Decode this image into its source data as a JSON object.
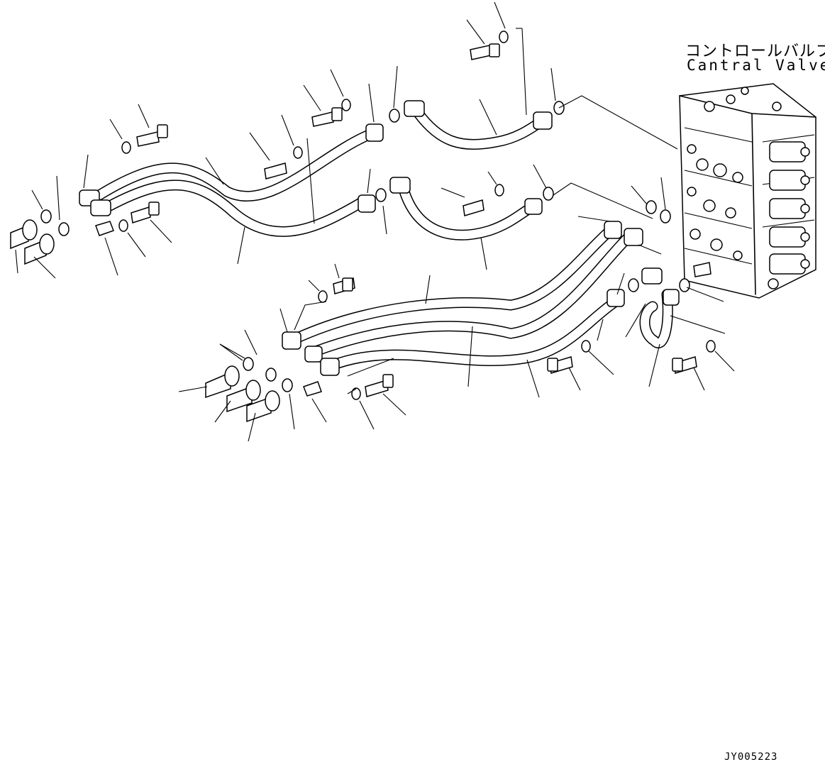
{
  "title": {
    "japanese": "コントロールバルブ",
    "english": "Cantral Valve"
  },
  "drawing_id": "JY005223",
  "colors": {
    "line": "#000000",
    "background": "#ffffff"
  }
}
